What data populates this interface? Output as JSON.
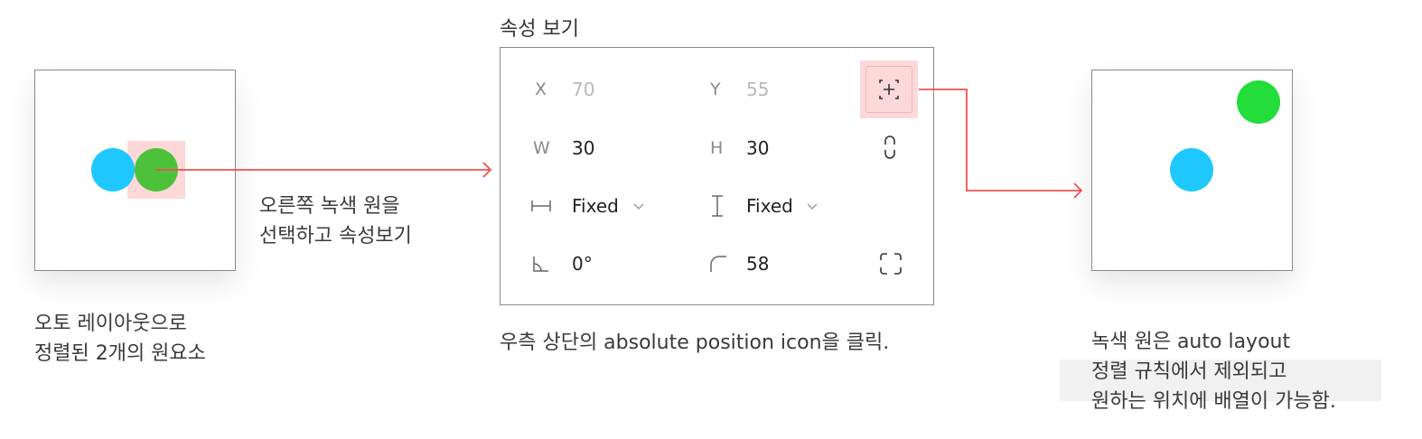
{
  "left_frame": {
    "caption_lines": [
      "오토 레이아웃으로",
      "정렬된 2개의 원요소"
    ]
  },
  "middle": {
    "instruction_lines": [
      "오른쪽 녹색 원을",
      "선택하고 속성보기"
    ],
    "panel_title": "속성 보기",
    "panel": {
      "x_label": "X",
      "x_value": "70",
      "y_label": "Y",
      "y_value": "55",
      "w_label": "W",
      "w_value": "30",
      "h_label": "H",
      "h_value": "30",
      "width_mode": "Fixed",
      "height_mode": "Fixed",
      "rotation": "0°",
      "radius": "58"
    },
    "caption": "우측 상단의 absolute position icon을 클릭."
  },
  "right_frame": {
    "caption_lines": [
      "녹색 원은 auto layout",
      "정렬 규칙에서 제외되고",
      "원하는 위치에 배열이 가능함."
    ]
  },
  "colors": {
    "blue_circle": "#1ec8ff",
    "green_circle": "#4cc23a",
    "green_circle_right": "#22dd3a",
    "highlight": "#fdd8d8",
    "arrow": "#f05050"
  },
  "icons": [
    "absolute-position-icon",
    "constrain-proportions-icon",
    "horizontal-resize-icon",
    "vertical-resize-icon",
    "chevron-down-icon",
    "rotation-angle-icon",
    "corner-radius-icon",
    "independent-corners-icon"
  ]
}
